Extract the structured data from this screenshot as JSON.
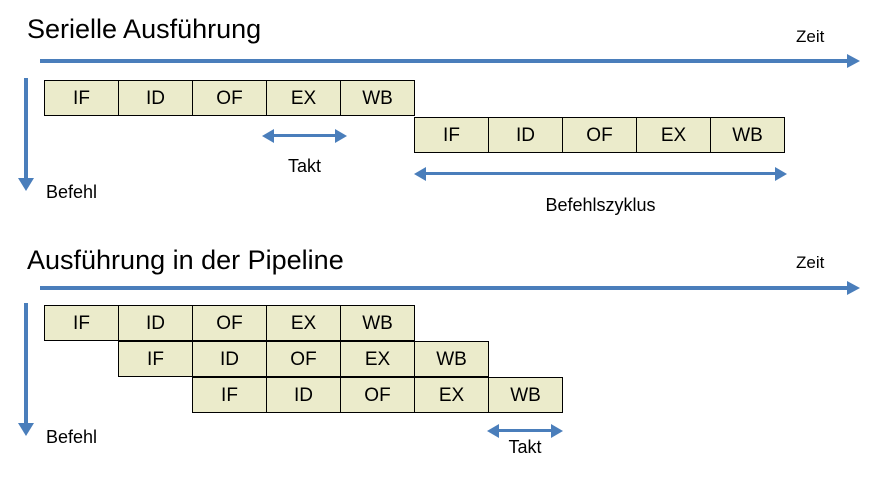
{
  "sections": [
    {
      "title": "Serielle Ausführung",
      "time_label": "Zeit",
      "instruction_axis_label": "Befehl",
      "rows": [
        {
          "stages": [
            "IF",
            "ID",
            "OF",
            "EX",
            "WB"
          ]
        },
        {
          "stages": [
            "IF",
            "ID",
            "OF",
            "EX",
            "WB"
          ]
        }
      ],
      "measures": [
        {
          "label": "Takt"
        },
        {
          "label": "Befehlszyklus"
        }
      ]
    },
    {
      "title": "Ausführung in der Pipeline",
      "time_label": "Zeit",
      "instruction_axis_label": "Befehl",
      "rows": [
        {
          "stages": [
            "IF",
            "ID",
            "OF",
            "EX",
            "WB"
          ]
        },
        {
          "stages": [
            "IF",
            "ID",
            "OF",
            "EX",
            "WB"
          ]
        },
        {
          "stages": [
            "IF",
            "ID",
            "OF",
            "EX",
            "WB"
          ]
        }
      ],
      "measures": [
        {
          "label": "Takt"
        }
      ]
    }
  ],
  "colors": {
    "accent_blue": "#4A7EBB",
    "cell_fill": "#EBEBCB",
    "cell_border": "#000000",
    "text": "#000000",
    "background": "#FFFFFF"
  }
}
